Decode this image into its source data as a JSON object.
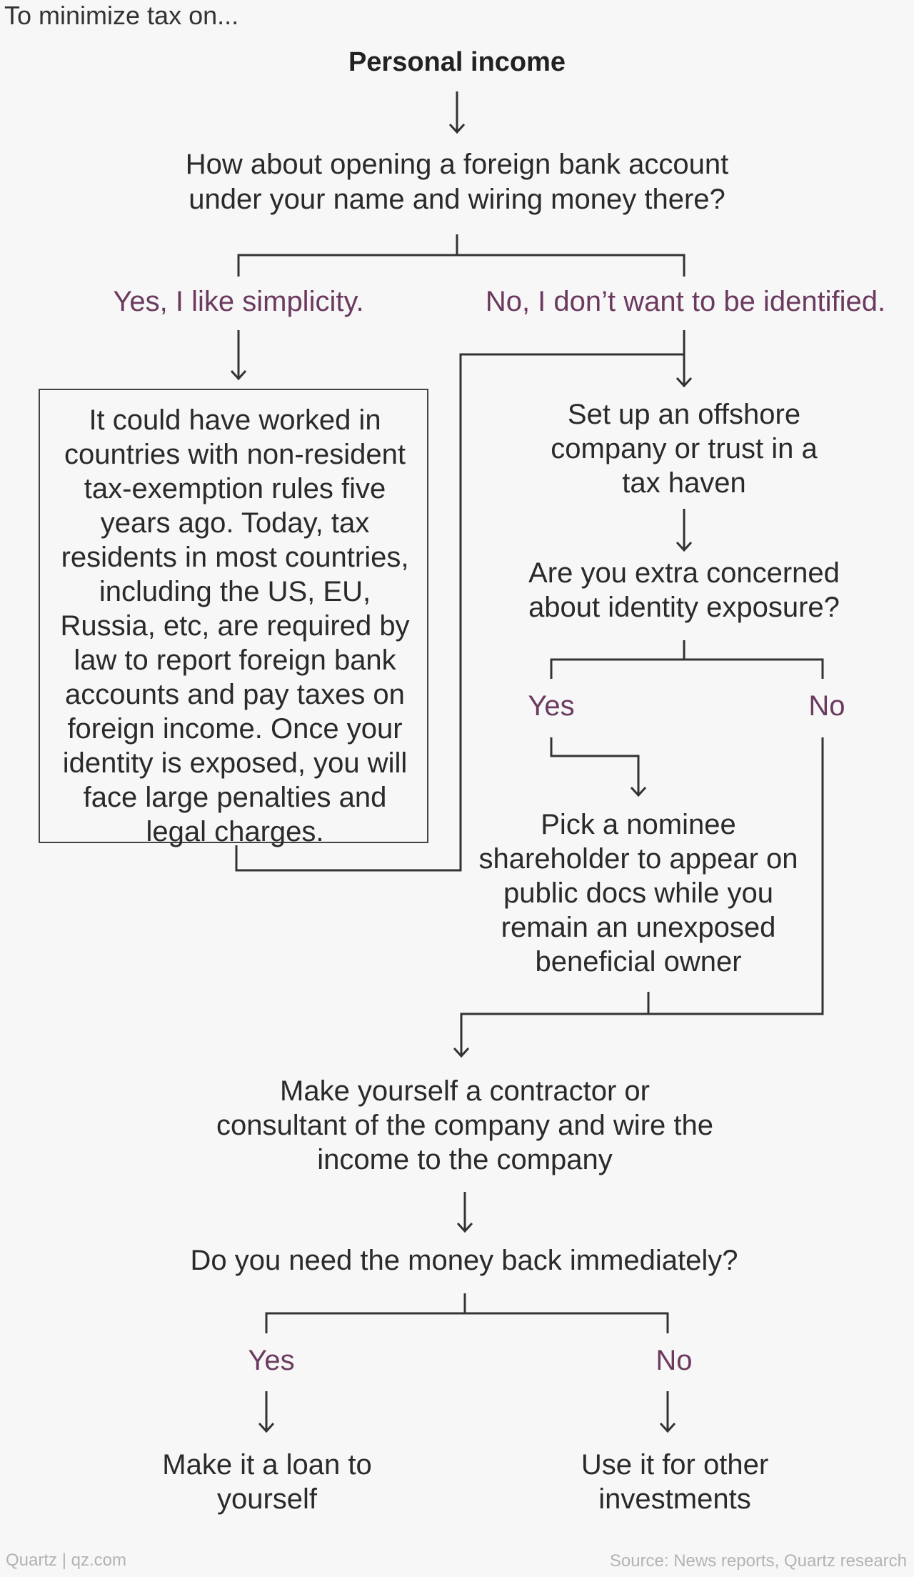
{
  "header": {
    "intro": "To minimize tax on..."
  },
  "start": {
    "label": "Personal income"
  },
  "q1": {
    "text": "How about opening a foreign bank account under your name and wiring money there?"
  },
  "q1_yes": {
    "text": "Yes, I like simplicity."
  },
  "q1_no": {
    "text": "No, I don’t want to be identified."
  },
  "warning_box": {
    "text": "It could have worked in countries with non-resident tax-exemption rules five years ago. Today, tax residents in most countries, including the US, EU, Russia, etc, are required by law to report foreign bank accounts and pay taxes on foreign income. Once your identity is exposed, you will face large penalties and legal charges."
  },
  "offshore": {
    "text": "Set up an offshore company or trust in a tax haven"
  },
  "q2": {
    "text": "Are you extra concerned about identity exposure?"
  },
  "q2_yes": {
    "text": "Yes"
  },
  "q2_no": {
    "text": "No"
  },
  "nominee": {
    "text": "Pick a nominee shareholder to appear on public docs while you remain an unexposed beneficial owner"
  },
  "contractor": {
    "text": "Make yourself a contractor or consultant of the company and wire the income to the company"
  },
  "q3": {
    "text": "Do you need the money back immediately?"
  },
  "q3_yes": {
    "text": "Yes"
  },
  "q3_no": {
    "text": "No"
  },
  "loan": {
    "text": "Make it a loan to yourself"
  },
  "invest": {
    "text": "Use it for other investments"
  },
  "footer": {
    "brand": "Quartz | qz.com",
    "source": "Source: News reports, Quartz research"
  },
  "colors": {
    "option": "#6b3a5e",
    "line": "#333333",
    "background": "#f7f7f7"
  }
}
